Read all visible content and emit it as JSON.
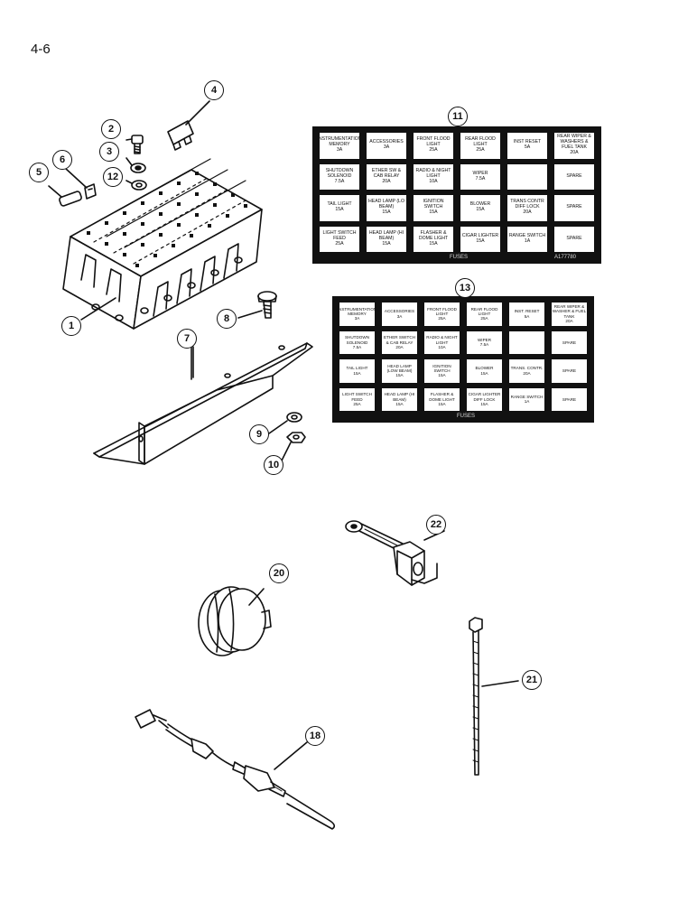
{
  "page": {
    "number": "4-6"
  },
  "panel_11": {
    "callout": "11",
    "footer": "FUSES",
    "code": "A177780",
    "cells": [
      {
        "label": "INSTRUMENTATION MEMORY",
        "rating": "3A"
      },
      {
        "label": "ACCESSORIES",
        "rating": "3A"
      },
      {
        "label": "FRONT FLOOD LIGHT",
        "rating": "25A"
      },
      {
        "label": "REAR FLOOD LIGHT",
        "rating": "25A"
      },
      {
        "label": "INST RESET",
        "rating": "5A"
      },
      {
        "label": "REAR WIPER & WASHERS & FUEL TANK",
        "rating": "20A"
      },
      {
        "label": "SHUTDOWN SOLENOID",
        "rating": "7.5A"
      },
      {
        "label": "ETHER SW & CAB RELAY",
        "rating": "20A"
      },
      {
        "label": "RADIO & NIGHT LIGHT",
        "rating": "10A"
      },
      {
        "label": "WIPER",
        "rating": "7.5A"
      },
      {
        "label": "",
        "rating": ""
      },
      {
        "label": "SPARE",
        "rating": ""
      },
      {
        "label": "TAIL LIGHT",
        "rating": "15A"
      },
      {
        "label": "HEAD LAMP (LO BEAM)",
        "rating": "15A"
      },
      {
        "label": "IGNITION SWITCH",
        "rating": "15A"
      },
      {
        "label": "BLOWER",
        "rating": "15A"
      },
      {
        "label": "TRANS CONTR DIFF LOCK",
        "rating": "20A"
      },
      {
        "label": "SPARE",
        "rating": ""
      },
      {
        "label": "LIGHT SWITCH FEED",
        "rating": "25A"
      },
      {
        "label": "HEAD LAMP (HI BEAM)",
        "rating": "15A"
      },
      {
        "label": "FLASHER & DOME LIGHT",
        "rating": "15A"
      },
      {
        "label": "CIGAR LIGHTER",
        "rating": "15A"
      },
      {
        "label": "RANGE SWITCH",
        "rating": "1A"
      },
      {
        "label": "SPARE",
        "rating": ""
      }
    ]
  },
  "panel_13": {
    "callout": "13",
    "footer": "FUSES",
    "cells": [
      {
        "label": "INSTRUMENTATION MEMORY",
        "rating": "3A"
      },
      {
        "label": "ACCESSORIES",
        "rating": "3A"
      },
      {
        "label": "FRONT FLOOD LIGHT",
        "rating": "25A"
      },
      {
        "label": "REAR FLOOD LIGHT",
        "rating": "25A"
      },
      {
        "label": "INST. RESET",
        "rating": "5A"
      },
      {
        "label": "REAR WIPER & WASHER & FUEL TANK",
        "rating": "20A"
      },
      {
        "label": "SHUTDOWN SOLENOID",
        "rating": "7.5A"
      },
      {
        "label": "ETHER SWITCH & CAB RELAY",
        "rating": "20A"
      },
      {
        "label": "RADIO & NIGHT LIGHT",
        "rating": "10A"
      },
      {
        "label": "WIPER",
        "rating": "7.5A"
      },
      {
        "label": "",
        "rating": ""
      },
      {
        "label": "SPARE",
        "rating": ""
      },
      {
        "label": "TAIL LIGHT",
        "rating": "15A"
      },
      {
        "label": "HEAD LAMP (LOW BEAM)",
        "rating": "15A"
      },
      {
        "label": "IGNITION SWITCH",
        "rating": "15A"
      },
      {
        "label": "BLOWER",
        "rating": "15A"
      },
      {
        "label": "TRANS. CONTR.",
        "rating": "20A"
      },
      {
        "label": "SPARE",
        "rating": ""
      },
      {
        "label": "LIGHT SWITCH FEED",
        "rating": "25A"
      },
      {
        "label": "HEAD LAMP (HI BEAM)",
        "rating": "15A"
      },
      {
        "label": "FLASHER & DOME LIGHT",
        "rating": "15A"
      },
      {
        "label": "CIGAR LIGHTER DIFF LOCK",
        "rating": "15A"
      },
      {
        "label": "RANGE SWITCH",
        "rating": "1A"
      },
      {
        "label": "SPARE",
        "rating": ""
      }
    ]
  },
  "callouts": {
    "c1": "1",
    "c2": "2",
    "c3": "3",
    "c4": "4",
    "c5": "5",
    "c6": "6",
    "c7": "7",
    "c8": "8",
    "c9": "9",
    "c10": "10",
    "c12": "12",
    "c18": "18",
    "c20": "20",
    "c21": "21",
    "c22": "22"
  }
}
